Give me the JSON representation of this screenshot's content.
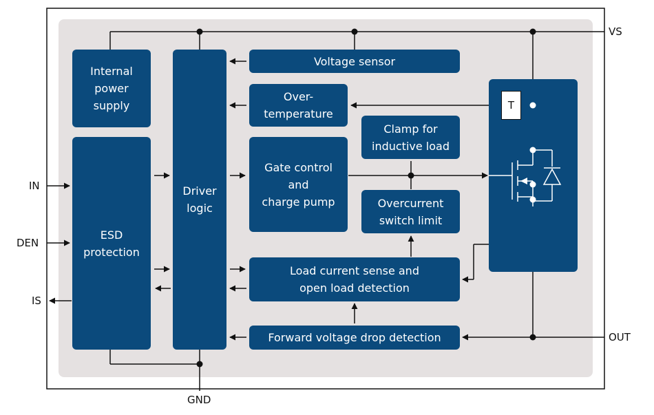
{
  "blocks": {
    "internal_power_supply": [
      "Internal",
      "power",
      "supply"
    ],
    "esd_protection": [
      "ESD",
      "protection"
    ],
    "driver_logic": [
      "Driver",
      "logic"
    ],
    "voltage_sensor": [
      "Voltage sensor"
    ],
    "over_temperature": [
      "Over-",
      "temperature"
    ],
    "gate_control": [
      "Gate control",
      "and",
      "charge pump"
    ],
    "clamp": [
      "Clamp for",
      "inductive load"
    ],
    "overcurrent": [
      "Overcurrent",
      "switch limit"
    ],
    "load_current_sense": [
      "Load current sense and",
      "open load detection"
    ],
    "forward_voltage": [
      "Forward voltage drop detection"
    ],
    "temp_sensor_label": "T"
  },
  "pins": {
    "vs": "VS",
    "in": "IN",
    "den": "DEN",
    "is": "IS",
    "out": "OUT",
    "gnd": "GND"
  },
  "colors": {
    "block": "#0b4a7c",
    "inner_background": "#e5e1e1",
    "line": "#111111"
  }
}
